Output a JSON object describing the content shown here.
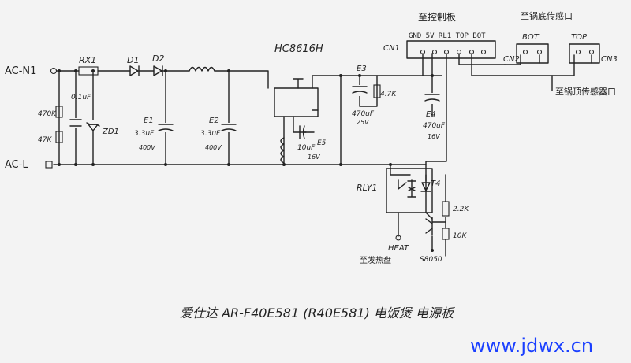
{
  "labels": {
    "ac_n1": "AC-N1",
    "ac_l": "AC-L",
    "rx1": "RX1",
    "d1": "D1",
    "d2": "D2",
    "cap01": "0.1uF",
    "r470k_a": "470K",
    "r470k_b": "47K",
    "zd1": "ZD1",
    "e1": "E1",
    "e1_val1": "3.3uF",
    "e1_val2": "400V",
    "e2": "E2",
    "e2_val1": "3.3uF",
    "e2_val2": "400V",
    "hc": "HC8616H",
    "e5": "E5",
    "e5_val1": "10uF",
    "e5_val2": "16V",
    "e3": "E3",
    "e3_val1": "470uF",
    "e3_val2": "25V",
    "r47k": "4.7K",
    "e4": "E4",
    "e4_val1": "470uF",
    "e4_val2": "16V",
    "cn1": "CN1",
    "cn1_title": "至控制板",
    "cn1_pins": "GND 5V RL1 TOP BOT",
    "cn2": "CN2",
    "cn2_title": "至锅底传感口",
    "cn2_bot": "BOT",
    "cn3": "CN3",
    "cn3_top": "TOP",
    "cn3_title": "至锅顶传感器口",
    "rly1": "RLY1",
    "t4": "T4",
    "r22k": "2.2K",
    "r10k": "10K",
    "s8050": "S8050",
    "heat": "HEAT",
    "heat_cn": "至发热盘",
    "footer": "爱仕达 AR-F40E581 (R40E581) 电饭煲 电源板",
    "watermark": "www.jdwx.cn"
  },
  "colors": {
    "ink": "#222222",
    "paper": "#f3f3f3",
    "watermark": "#1a3fff"
  }
}
